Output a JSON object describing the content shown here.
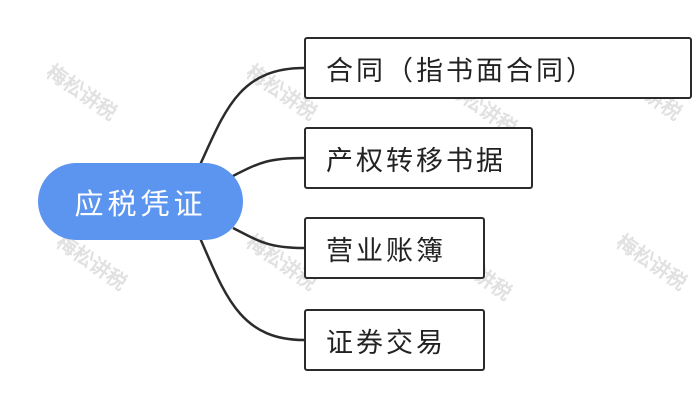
{
  "root": {
    "label": "应税凭证",
    "color": "#5b95f0"
  },
  "children": [
    {
      "label": "合同（指书面合同）"
    },
    {
      "label": "产权转移书据"
    },
    {
      "label": "营业账簿"
    },
    {
      "label": "证券交易"
    }
  ],
  "watermark": {
    "text": "梅松讲税"
  }
}
